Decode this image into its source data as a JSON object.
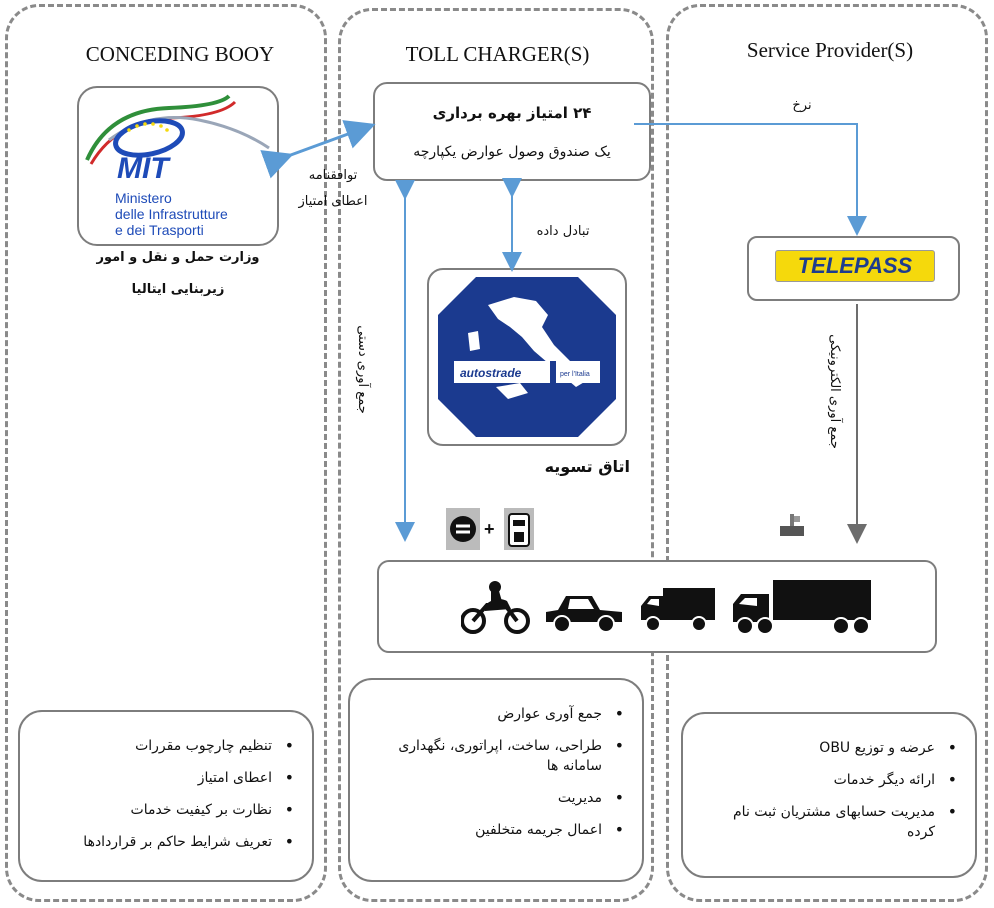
{
  "columns": {
    "conceding": {
      "title": "CONCEDING BOOY"
    },
    "toll": {
      "title": "TOLL CHARGER(S)"
    },
    "provider": {
      "title": "Service Provider(S)"
    }
  },
  "mit_logo": {
    "brand": "MIT",
    "line1": "Ministero",
    "line2": "delle Infrastrutture",
    "line3": "e dei Trasporti",
    "caption_line1": "وزارت حمل و نقل و امور",
    "caption_line2": "زیربنایی ایتالیا"
  },
  "concession_box": {
    "line1": "۲۴ امتیاز بهره برداری",
    "line2": "یک صندوق وصول عوارض یکپارچه"
  },
  "clearing": {
    "brand": "autostrade",
    "brand_tag": "per l'Italia",
    "caption": "اتاق تسویه"
  },
  "telepass": {
    "logo_text": "TELEPASS"
  },
  "arrow_labels": {
    "agreement_line1": "توافقنامه",
    "agreement_line2": "اعطای امتیاز",
    "data_exchange": "تبادل داده",
    "rate": "نرخ",
    "manual_collection": "جمع آوری دستی",
    "electronic_collection": "جمع آوری الکترونیکی"
  },
  "vehicles": [
    "motorcycle-icon",
    "car-icon",
    "van-icon",
    "truck-icon"
  ],
  "lists": {
    "conceding": [
      "تنظیم چارچوب مقررات",
      "اعطای امتیاز",
      "نظارت بر کیفیت خدمات",
      "تعریف شرایط حاکم بر قراردادها"
    ],
    "toll": [
      "جمع آوری عوارض",
      "طراحی، ساخت، اپراتوری، نگهداری سامانه ها",
      "مدیریت",
      "اعمال جریمه متخلفین"
    ],
    "provider": [
      "عرضه و توزیع OBU",
      "ارائه دیگر خدمات",
      "مدیریت حسابهای مشتریان ثبت نام کرده"
    ]
  },
  "colors": {
    "arrow": "#5b9bd5",
    "arrow_gray": "#6d6d6d",
    "border": "#8a8a8a",
    "telepass_yellow": "#f5d90c",
    "telepass_blue": "#1d3c8f",
    "map_blue": "#1b3a8f",
    "mit_blue": "#1e4bb8"
  }
}
